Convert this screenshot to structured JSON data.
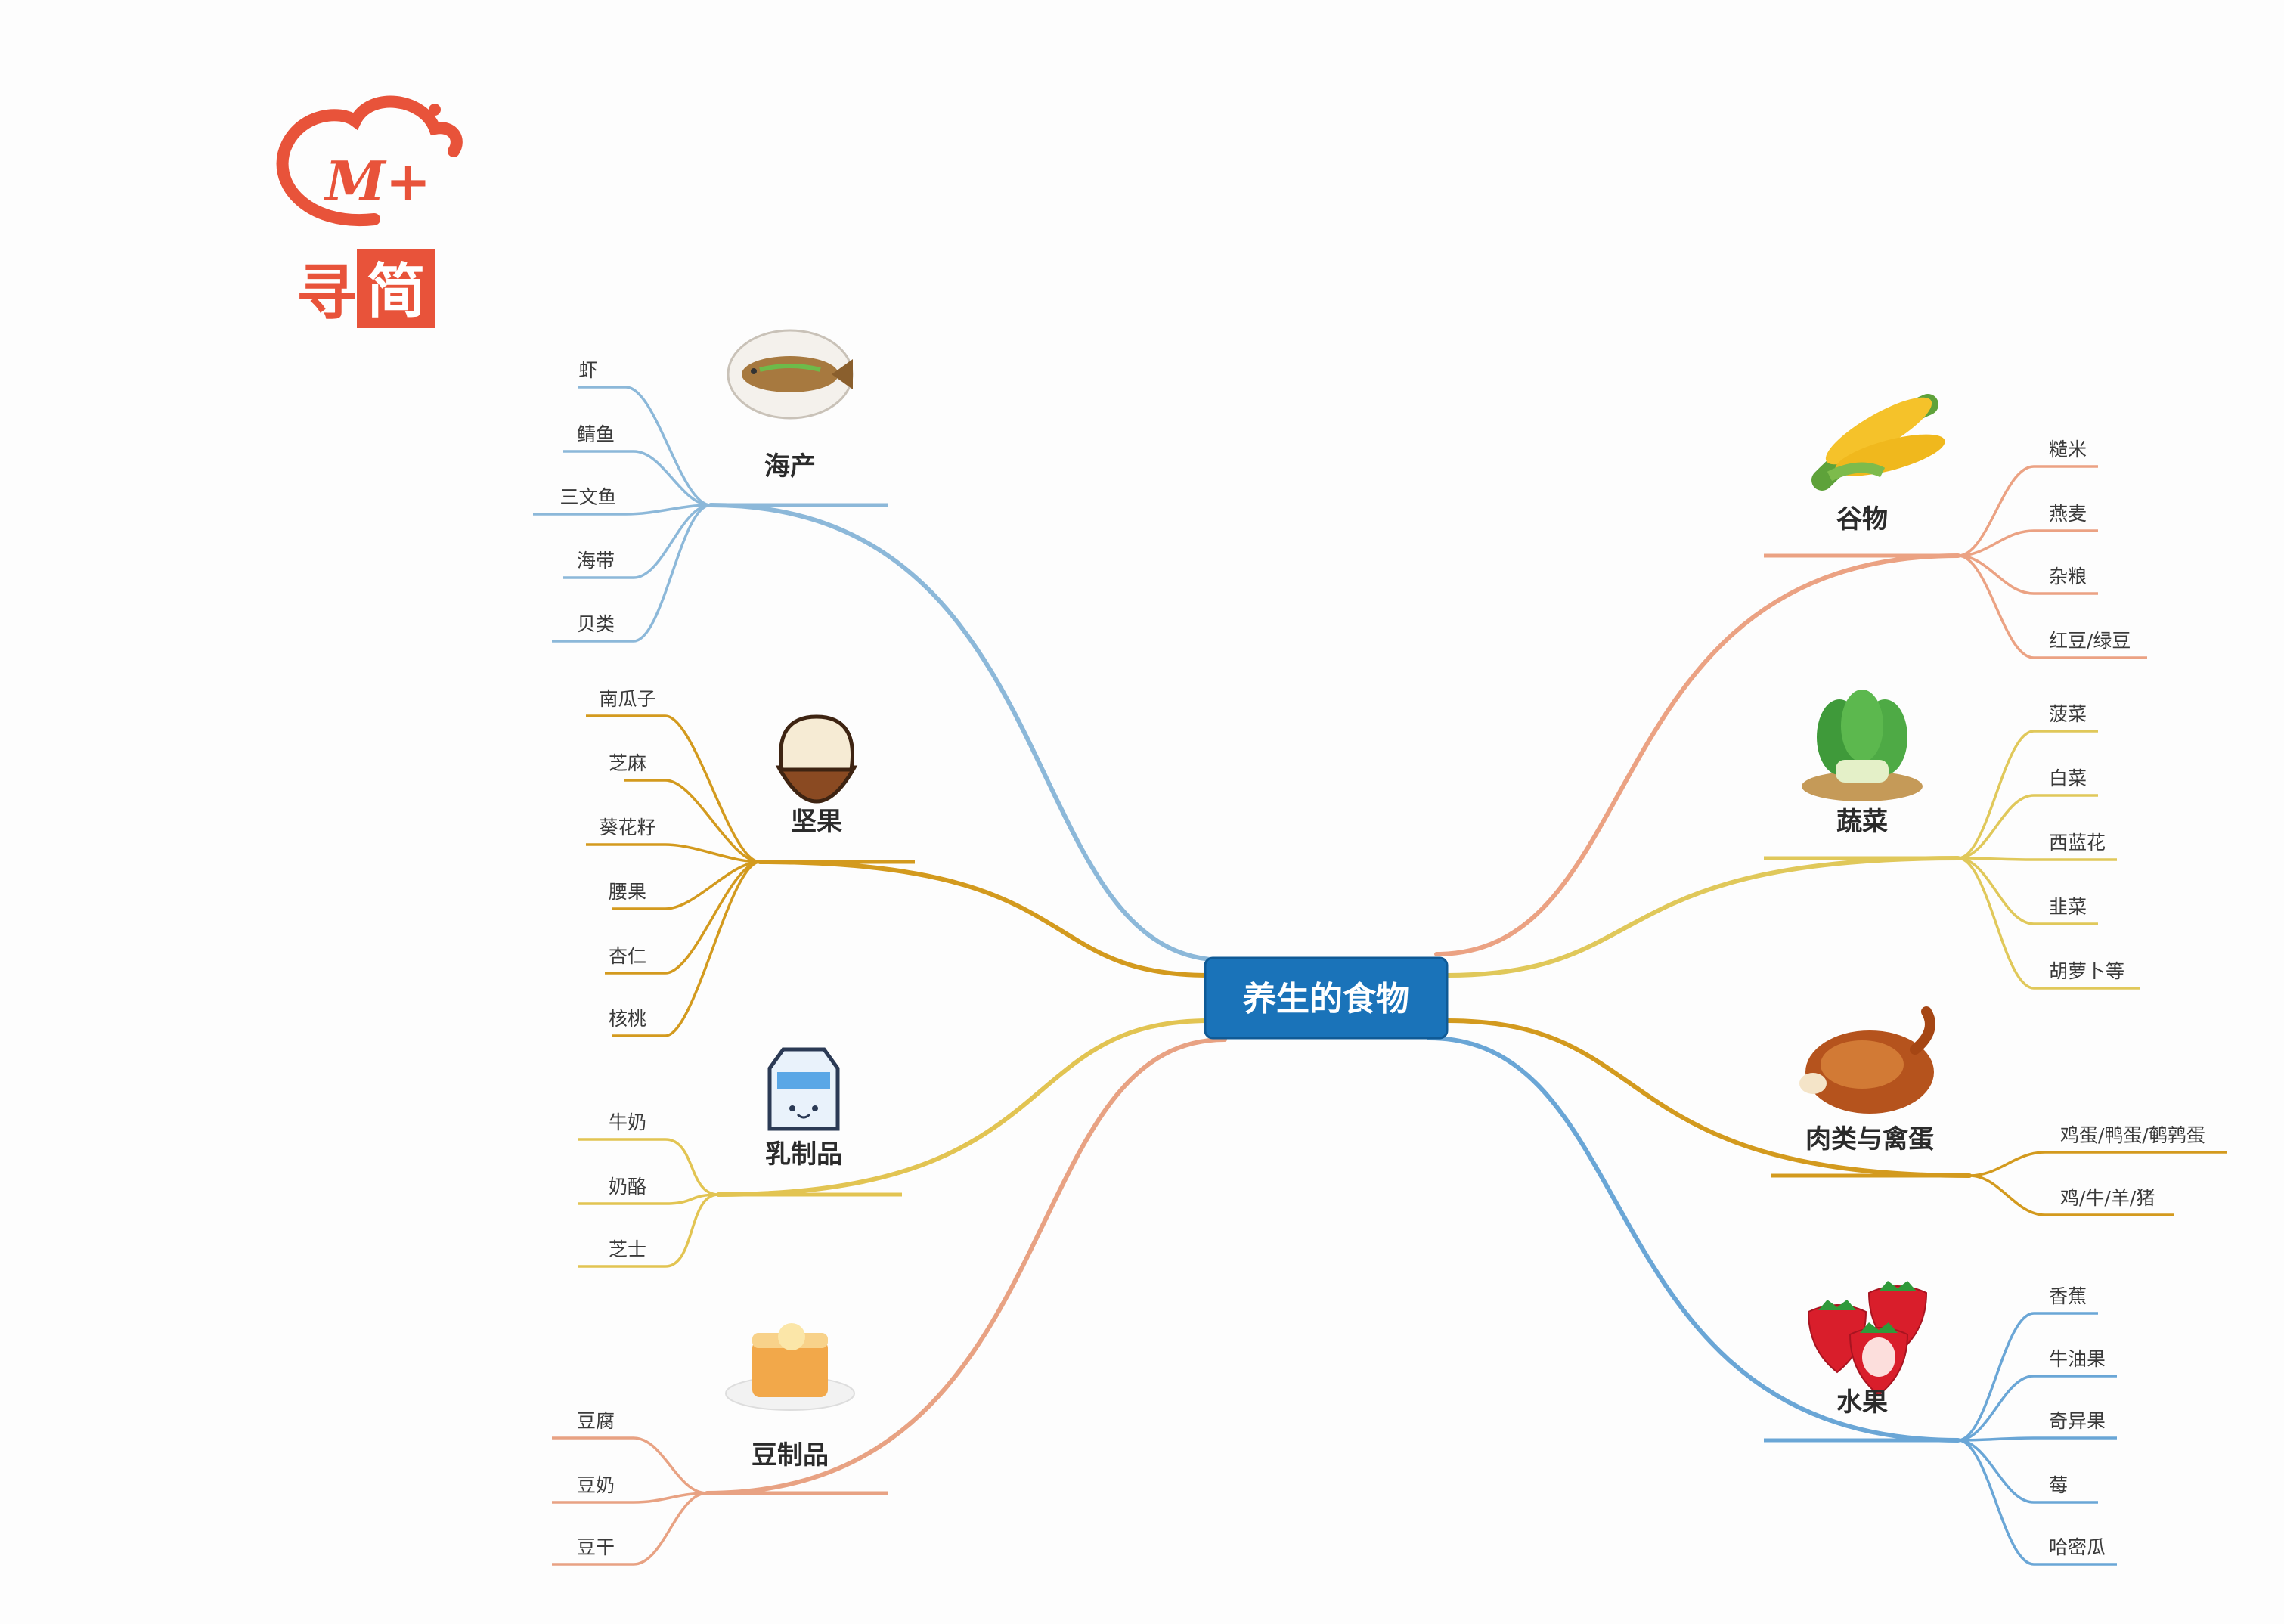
{
  "logo": {
    "text": "寻简",
    "mark": "M+",
    "color": "#e8533a"
  },
  "center": {
    "label": "养生的食物",
    "fill": "#1a73b9",
    "text_color": "#ffffff"
  },
  "branches": [
    {
      "id": "seafood",
      "label": "海产",
      "color": "#8cb8d9",
      "icon": "steamed-fish-icon",
      "leaves": [
        "虾",
        "鲭鱼",
        "三文鱼",
        "海带",
        "贝类"
      ]
    },
    {
      "id": "nuts",
      "label": "坚果",
      "color": "#d39a1e",
      "icon": "nut-icon",
      "leaves": [
        "南瓜子",
        "芝麻",
        "葵花籽",
        "腰果",
        "杏仁",
        "核桃"
      ]
    },
    {
      "id": "dairy",
      "label": "乳制品",
      "color": "#e2c452",
      "icon": "milk-carton-icon",
      "leaves": [
        "牛奶",
        "奶酪",
        "芝士"
      ]
    },
    {
      "id": "soy",
      "label": "豆制品",
      "color": "#e8a283",
      "icon": "tofu-icon",
      "leaves": [
        "豆腐",
        "豆奶",
        "豆干"
      ]
    },
    {
      "id": "grains",
      "label": "谷物",
      "color": "#eba283",
      "icon": "corn-icon",
      "leaves": [
        "糙米",
        "燕麦",
        "杂粮",
        "红豆/绿豆"
      ]
    },
    {
      "id": "veg",
      "label": "蔬菜",
      "color": "#e0c85a",
      "icon": "bok-choy-icon",
      "leaves": [
        "菠菜",
        "白菜",
        "西蓝花",
        "韭菜",
        "胡萝卜等"
      ]
    },
    {
      "id": "meat",
      "label": "肉类与禽蛋",
      "color": "#d39a1e",
      "icon": "roast-chicken-icon",
      "leaves": [
        "鸡蛋/鸭蛋/鹌鹑蛋",
        "鸡/牛/羊/猪"
      ]
    },
    {
      "id": "fruit",
      "label": "水果",
      "color": "#6aa6d6",
      "icon": "strawberry-icon",
      "leaves": [
        "香蕉",
        "牛油果",
        "奇异果",
        "莓",
        "哈密瓜"
      ]
    }
  ]
}
